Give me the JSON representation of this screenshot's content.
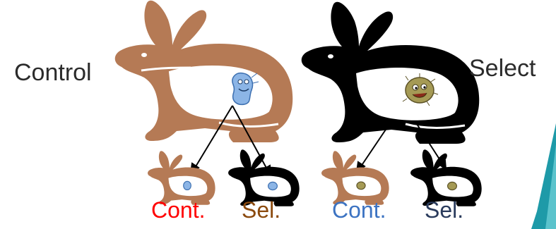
{
  "labels": {
    "control": "Control",
    "select": "Select",
    "offspring": [
      {
        "text": "Cont.",
        "color": "#ff0000"
      },
      {
        "text": "Sel.",
        "color": "#8b4a0e"
      },
      {
        "text": "Cont.",
        "color": "#3c73c2"
      },
      {
        "text": "Sel.",
        "color": "#2a3b5c"
      }
    ]
  },
  "colors": {
    "rabbit_brown": "#b57a55",
    "rabbit_black": "#000000",
    "microbe_blue": "#8cb5e6",
    "microbe_olive": "#a59a55",
    "accent_teal": "#1e9aa8"
  },
  "icons": [
    "rabbit-brown-icon",
    "rabbit-black-icon",
    "blue-microbe-icon",
    "olive-microbe-icon",
    "arrow-icon"
  ]
}
